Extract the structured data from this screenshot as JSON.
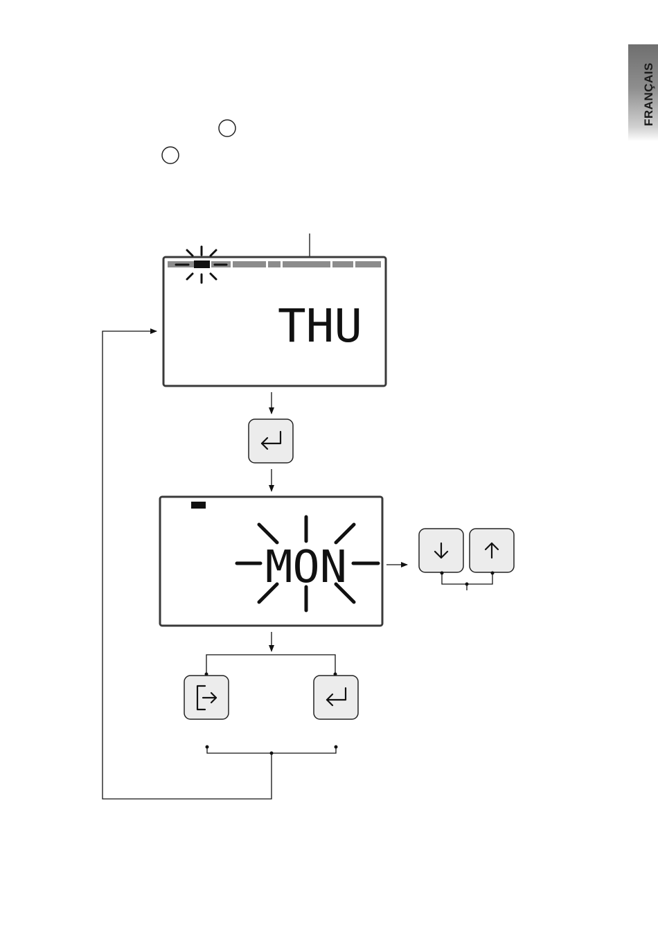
{
  "side_tab": {
    "label": "FRANÇAIS"
  },
  "lcd_top": {
    "day": "THU"
  },
  "lcd_bottom": {
    "day": "MON"
  },
  "icons": {
    "enter": "enter-return-icon",
    "down": "arrow-down-icon",
    "up": "arrow-up-icon",
    "exit": "exit-door-icon"
  },
  "colors": {
    "lcd_border": "#3a3a3a",
    "lcd_segment": "#111111",
    "bar_grey": "#8c8c8c",
    "key_fill": "#ececec"
  }
}
